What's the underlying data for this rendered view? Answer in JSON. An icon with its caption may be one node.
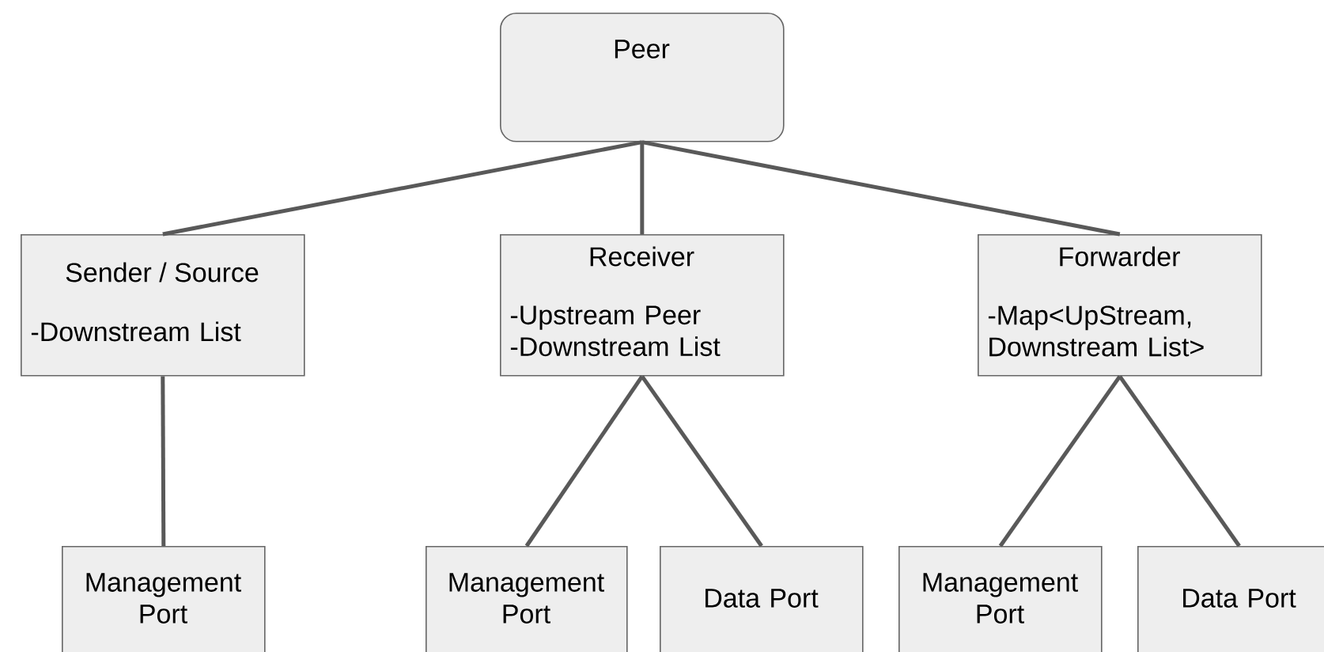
{
  "diagram": {
    "nodes": [
      {
        "text": [
          "Peer"
        ]
      },
      {
        "text": [
          "Sender / Source",
          "-Downstream List"
        ]
      },
      {
        "text": [
          "Receiver",
          "-Upstream Peer",
          "-Downstream List"
        ]
      },
      {
        "text": [
          "Forwarder",
          "-Map<UpStream, Downstream List>"
        ]
      },
      {
        "text": [
          "Management Port"
        ]
      },
      {
        "text": [
          "Management Port"
        ]
      },
      {
        "text": [
          "Data Port"
        ]
      },
      {
        "text": [
          "Management Port"
        ]
      },
      {
        "text": [
          "Data Port"
        ]
      }
    ],
    "edges": [
      {
        "from": 0,
        "to": 1,
        "arrow": "none"
      },
      {
        "from": 0,
        "to": 2,
        "arrow": "none"
      },
      {
        "from": 0,
        "to": 3,
        "arrow": "none"
      },
      {
        "from": 1,
        "to": 4,
        "arrow": "none"
      },
      {
        "from": 2,
        "to": 5,
        "arrow": "none"
      },
      {
        "from": 2,
        "to": 6,
        "arrow": "none"
      },
      {
        "from": 3,
        "to": 7,
        "arrow": "none"
      },
      {
        "from": 3,
        "to": 8,
        "arrow": "none"
      }
    ]
  }
}
